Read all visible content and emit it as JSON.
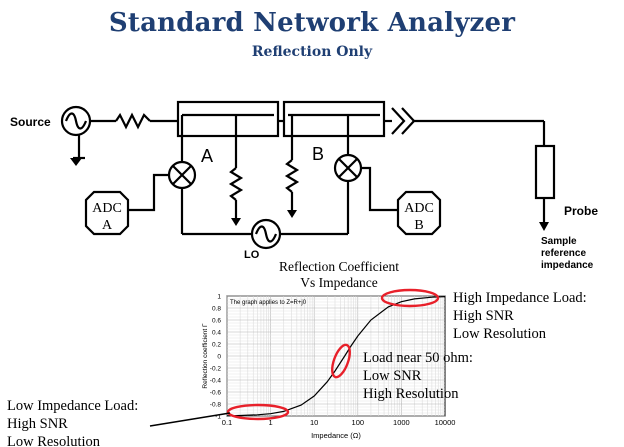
{
  "header": {
    "title": "Standard Network Analyzer",
    "subtitle": "Reflection Only"
  },
  "circuit": {
    "source_label": "Source",
    "mixer_a_label": "A",
    "mixer_b_label": "B",
    "adc_a_lines": [
      "ADC",
      "A"
    ],
    "adc_b_lines": [
      "ADC",
      "B"
    ],
    "lo_label": "LO",
    "probe_label": "Probe",
    "sample_label_lines": [
      "Sample",
      "reference",
      "impedance"
    ]
  },
  "plot_title_lines": [
    "Reflection Coefficient",
    "Vs Impedance"
  ],
  "chart_data": {
    "type": "line",
    "title": "",
    "inset_note": "The graph applies to Z=R+j0",
    "xlabel": "Impedance (Ω)",
    "ylabel": "Reflection coefficient  Γ",
    "xscale": "log",
    "xlim": [
      0.1,
      10000
    ],
    "ylim": [
      -1,
      1
    ],
    "x_ticks": [
      0.1,
      1,
      10,
      100,
      1000,
      10000
    ],
    "x_tick_labels": [
      "0.1",
      "1",
      "10",
      "100",
      "1000",
      "10000"
    ],
    "y_ticks": [
      1,
      0.8,
      0.6,
      0.4,
      0.2,
      0,
      -0.2,
      -0.4,
      -0.6,
      -0.8,
      -1
    ],
    "y_tick_labels": [
      "1",
      "0.8",
      "0.6",
      "0.4",
      "0.2",
      "0",
      "-0.2",
      "-0.4",
      "-0.6",
      "-0.8",
      "-1"
    ],
    "grid": true,
    "series": [
      {
        "x": [
          0.1,
          0.2,
          0.5,
          1,
          2,
          5,
          10,
          20,
          30,
          50,
          70,
          100,
          200,
          500,
          1000,
          2000,
          5000,
          10000
        ],
        "y": [
          -0.996,
          -0.992,
          -0.98,
          -0.961,
          -0.923,
          -0.818,
          -0.667,
          -0.429,
          -0.25,
          0,
          0.167,
          0.333,
          0.6,
          0.818,
          0.905,
          0.951,
          0.98,
          0.99
        ]
      }
    ]
  },
  "annotations": {
    "high": [
      "High Impedance Load:",
      "High SNR",
      "Low Resolution"
    ],
    "mid": [
      "Load near 50 ohm:",
      "Low SNR",
      "High Resolution"
    ],
    "low": [
      "Low Impedance Load:",
      "High SNR",
      "Low Resolution"
    ]
  },
  "colors": {
    "title": "#1f3f73",
    "highlight": "#e8202a",
    "line": "#000000"
  }
}
